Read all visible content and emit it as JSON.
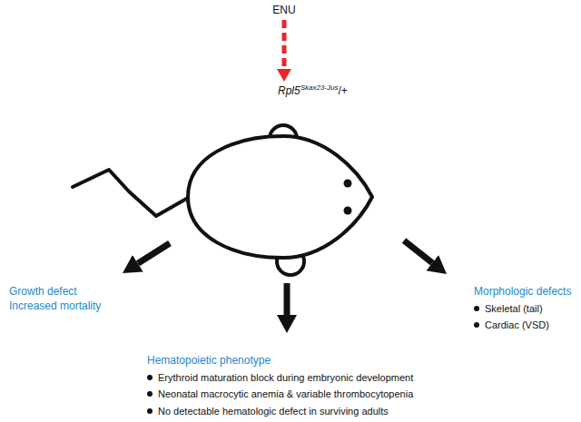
{
  "diagram": {
    "nodes": [
      {
        "text": [
          "ENU"
        ]
      },
      {
        "text": [
          "Rpl5",
          "Skax23-Jus",
          "/+"
        ]
      },
      {
        "text": [
          "Growth defect",
          "Increased mortality"
        ]
      },
      {
        "text": [
          "Hematopoietic phenotype",
          "Erythroid maturation block during embryonic development",
          "Neonatal macrocytic anemia & variable thrombocytopenia",
          "No detectable hematologic defect in surviving adults"
        ]
      },
      {
        "text": [
          "Morphologic defects",
          "Skeletal (tail)",
          "Cardiac (VSD)"
        ]
      }
    ],
    "edges": [
      {
        "from": 0,
        "to": 1,
        "arrow": "to"
      },
      {
        "from": 1,
        "to": 2,
        "arrow": "to"
      },
      {
        "from": 1,
        "to": 3,
        "arrow": "to"
      },
      {
        "from": 1,
        "to": 4,
        "arrow": "to"
      }
    ]
  }
}
